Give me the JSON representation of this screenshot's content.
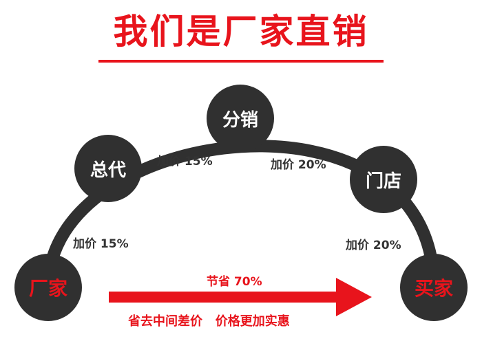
{
  "title": "我们是厂家直销",
  "nodes": {
    "factory": "厂家",
    "agent": "总代",
    "distributor": "分销",
    "store": "门店",
    "buyer": "买家"
  },
  "markups": {
    "factory_to_agent": "加价 15%",
    "agent_to_distributor": "加价 15%",
    "distributor_to_store": "加价 20%",
    "store_to_buyer": "加价 20%"
  },
  "direct": {
    "savings": "节省 70%",
    "caption": "省去中间差价   价格更加实惠"
  },
  "colors": {
    "accent": "#e8141c",
    "node": "#303030",
    "text": "#333333"
  }
}
